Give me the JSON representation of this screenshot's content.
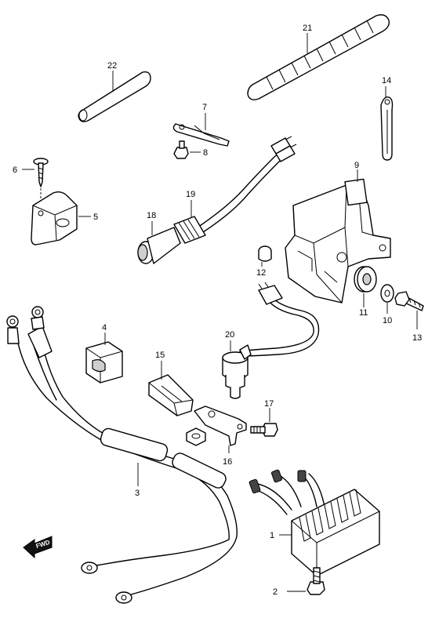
{
  "callouts": {
    "c1": "1",
    "c2": "2",
    "c3": "3",
    "c4": "4",
    "c5": "5",
    "c6": "6",
    "c7": "7",
    "c8": "8",
    "c9": "9",
    "c10": "10",
    "c11": "11",
    "c12": "12",
    "c13": "13",
    "c14": "14",
    "c15": "15",
    "c16": "16",
    "c17": "17",
    "c18": "18",
    "c19": "19",
    "c20": "20",
    "c21": "21",
    "c22": "22"
  },
  "direction_marker": {
    "label": "FWD"
  }
}
